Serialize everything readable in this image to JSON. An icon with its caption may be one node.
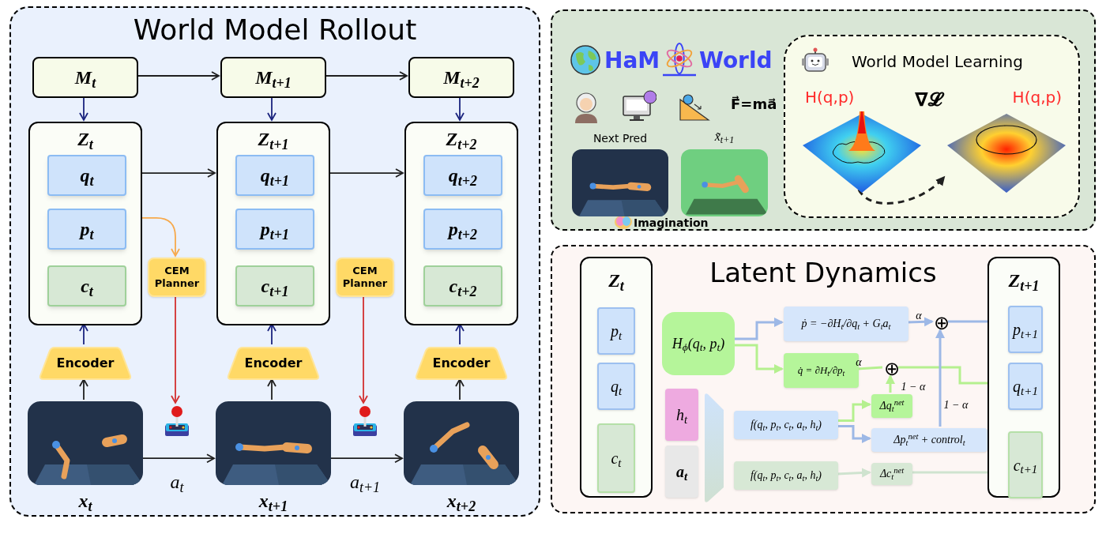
{
  "diagram": {
    "nodes": [
      {
        "text": [
          "World Model Rollout"
        ]
      },
      {
        "text": [
          "M$_{t}$"
        ],
        "in": 0
      },
      {
        "text": [
          "M$_{t+1}$"
        ],
        "in": 0
      },
      {
        "text": [
          "M$_{t+2}$"
        ],
        "in": 0
      },
      {
        "text": [
          "Z$_{t}$"
        ],
        "in": 0
      },
      {
        "text": [
          "q$_{t}$"
        ],
        "in": 4
      },
      {
        "text": [
          "p$_{t}$"
        ],
        "in": 4
      },
      {
        "text": [
          "c$_{t}$"
        ],
        "in": 4
      },
      {
        "text": [
          "Z$_{t+1}$"
        ],
        "in": 0
      },
      {
        "text": [
          "q$_{t+1}$"
        ],
        "in": 8
      },
      {
        "text": [
          "p$_{t+1}$"
        ],
        "in": 8
      },
      {
        "text": [
          "c$_{t+1}$"
        ],
        "in": 8
      },
      {
        "text": [
          "Z$_{t+2}$"
        ],
        "in": 0
      },
      {
        "text": [
          "q$_{t+2}$"
        ],
        "in": 12
      },
      {
        "text": [
          "p$_{t+2}$"
        ],
        "in": 12
      },
      {
        "text": [
          "c$_{t+2}$"
        ],
        "in": 12
      },
      {
        "text": [
          "CEM Planner"
        ],
        "in": 0
      },
      {
        "text": [
          "CEM Planner"
        ],
        "in": 0
      },
      {
        "text": [
          "Encoder"
        ],
        "in": 0
      },
      {
        "text": [
          "Encoder"
        ],
        "in": 0
      },
      {
        "text": [
          "Encoder"
        ],
        "in": 0
      },
      {
        "text": [],
        "shape": "picture",
        "in": 0,
        "beside": [
          "x$_{t}$"
        ]
      },
      {
        "text": [],
        "shape": "picture",
        "in": 0,
        "beside": [
          "x$_{t+1}$"
        ]
      },
      {
        "text": [],
        "shape": "picture",
        "in": 0,
        "beside": [
          "x$_{t+2}$"
        ]
      },
      {
        "text": [],
        "shape": "picture",
        "in": 0
      },
      {
        "text": [],
        "shape": "picture",
        "in": 0
      },
      {
        "text": [
          "HaM",
          "World"
        ]
      },
      {
        "text": [
          "World Model Learning"
        ],
        "in": 26
      },
      {
        "text": [],
        "shape": "picture",
        "in": 27,
        "beside": [
          "H(q,p)"
        ]
      },
      {
        "text": [],
        "shape": "picture",
        "in": 27,
        "beside": [
          "H(q,p)"
        ]
      },
      {
        "text": [
          "Next Pred"
        ],
        "in": 26
      },
      {
        "text": [
          "x̃$_{t+1}$"
        ],
        "in": 26
      },
      {
        "text": [
          "Latent Dynamics"
        ]
      },
      {
        "text": [
          "Z$_{t}$"
        ],
        "in": 32
      },
      {
        "text": [
          "p$_{t}$"
        ],
        "in": 33
      },
      {
        "text": [
          "q$_{t}$"
        ],
        "in": 33
      },
      {
        "text": [
          "c$_{t}$"
        ],
        "in": 33
      },
      {
        "text": [
          "Z$_{t+1}$"
        ],
        "in": 32
      },
      {
        "text": [
          "p$_{t+1}$"
        ],
        "in": 37
      },
      {
        "text": [
          "q$_{t+1}$"
        ],
        "in": 37
      },
      {
        "text": [
          "c$_{t+1}$"
        ],
        "in": 37
      },
      {
        "text": [
          "H$_{ϕ}$(q$_{t}$, p$_{t}$)"
        ],
        "in": 32
      },
      {
        "text": [
          "ṗ = −∂H$_{t}$/∂q$_{t}$ + G$_{t}$a$_{t}$"
        ],
        "in": 32
      },
      {
        "text": [
          "q̇ = ∂H$_{t}$/∂p$_{t}$"
        ],
        "in": 32
      },
      {
        "text": [
          "h$_{t}$"
        ],
        "in": 32
      },
      {
        "text": [
          "a$_{t}$"
        ],
        "in": 32
      },
      {
        "text": [],
        "shape": "trapezoid",
        "in": 32
      },
      {
        "text": [
          "f(q$_{t}$, p$_{t}$, c$_{t}$, a$_{t}$, h$_{t}$)"
        ],
        "in": 32
      },
      {
        "text": [
          "f(q$_{t}$, p$_{t}$, c$_{t}$, a$_{t}$, h$_{t}$)"
        ],
        "in": 32
      },
      {
        "text": [
          "Δq$_{t}$$^{net}$"
        ],
        "in": 32
      },
      {
        "text": [
          "Δp$_{t}$$^{net}$ + control$_{t}$"
        ],
        "in": 32
      },
      {
        "text": [
          "Δc$_{t}$$^{net}$"
        ],
        "in": 32
      },
      {
        "text": [
          "⊕"
        ],
        "in": 32
      },
      {
        "text": [
          "⊕"
        ],
        "in": 32
      }
    ],
    "edges": [
      {
        "from": 1,
        "to": 2,
        "arrow": "to"
      },
      {
        "from": 2,
        "to": 3,
        "arrow": "to"
      },
      {
        "from": 1,
        "to": 4,
        "arrow": "to",
        "color": "#1a237e"
      },
      {
        "from": 2,
        "to": 8,
        "arrow": "to",
        "color": "#1a237e"
      },
      {
        "from": 3,
        "to": 12,
        "arrow": "to",
        "color": "#1a237e"
      },
      {
        "from": 4,
        "to": 8,
        "arrow": "to"
      },
      {
        "from": 8,
        "to": 12,
        "arrow": "to"
      },
      {
        "from": 4,
        "to": 16,
        "arrow": "to",
        "color": "#f7a94b"
      },
      {
        "from": 16,
        "to": 24,
        "arrow": "to",
        "color": "#d32f2f"
      },
      {
        "from": 17,
        "to": 25,
        "arrow": "to",
        "color": "#d32f2f"
      },
      {
        "from": 18,
        "to": 4,
        "arrow": "to",
        "color": "#1a237e"
      },
      {
        "from": 19,
        "to": 8,
        "arrow": "to",
        "color": "#1a237e"
      },
      {
        "from": 20,
        "to": 12,
        "arrow": "to",
        "color": "#1a237e"
      },
      {
        "from": 21,
        "to": 18,
        "arrow": "to"
      },
      {
        "from": 22,
        "to": 19,
        "arrow": "to"
      },
      {
        "from": 23,
        "to": 20,
        "arrow": "to"
      },
      {
        "from": 21,
        "to": 22,
        "arrow": "to",
        "label": "a$_{t}$"
      },
      {
        "from": 22,
        "to": 23,
        "arrow": "to",
        "label": "a$_{t+1}$"
      },
      {
        "from": 28,
        "to": 29,
        "arrow": "to",
        "style": "dashed"
      },
      {
        "from": 41,
        "to": 42,
        "arrow": "to",
        "color": "#9db8e6"
      },
      {
        "from": 41,
        "to": 43,
        "arrow": "to",
        "color": "#b5f08f"
      },
      {
        "from": 42,
        "to": 52,
        "arrow": "to",
        "color": "#9db8e6",
        "label": "α"
      },
      {
        "from": 52,
        "to": 38,
        "arrow": "to",
        "color": "#9db8e6"
      },
      {
        "from": 43,
        "to": 53,
        "arrow": "none",
        "color": "#b5f08f",
        "label": "α"
      },
      {
        "from": 53,
        "to": 39,
        "arrow": "to",
        "color": "#b5f08f"
      },
      {
        "from": 47,
        "to": 49,
        "arrow": "to",
        "color": "#b5f08f"
      },
      {
        "from": 47,
        "to": 50,
        "arrow": "to",
        "color": "#9db8e6"
      },
      {
        "from": 49,
        "to": 53,
        "arrow": "to",
        "color": "#b5f08f",
        "label": "1 − α"
      },
      {
        "from": 50,
        "to": 52,
        "arrow": "to",
        "color": "#9db8e6",
        "label": "1 − α"
      },
      {
        "from": 48,
        "to": 51,
        "arrow": "to",
        "color": "#cfe3cf"
      },
      {
        "from": 51,
        "to": 40,
        "arrow": "to",
        "color": "#cfe3cf"
      }
    ],
    "labels": [
      "F⃗=ma⃗",
      "∇𝓛",
      "Imagination"
    ]
  }
}
